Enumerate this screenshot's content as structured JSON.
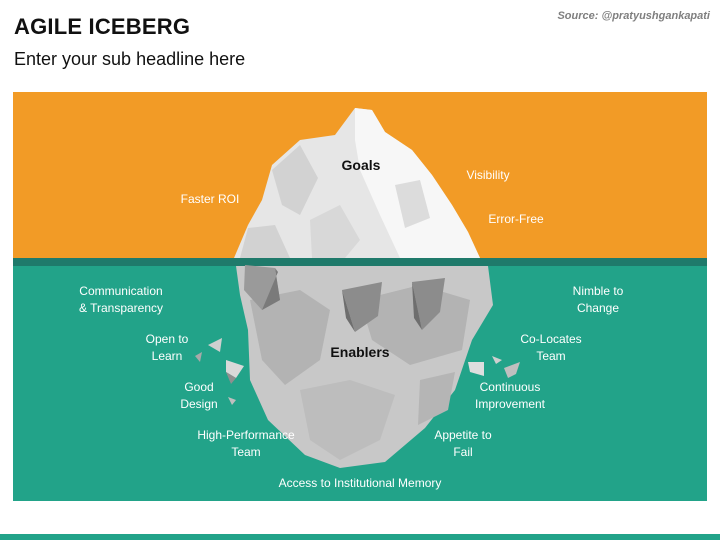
{
  "header": {
    "title": "AGILE ICEBERG",
    "subtitle": "Enter your sub headline here",
    "source": "Source: @pratyushgankapati"
  },
  "iceberg": {
    "top_label": "Goals",
    "bottom_label": "Enablers"
  },
  "above_labels": [
    "Faster ROI",
    "Visibility",
    "Error-Free"
  ],
  "below_labels": [
    "Communication\n& Transparency",
    "Open to\nLearn",
    "Good\nDesign",
    "High-Performance\nTeam",
    "Access to Institutional Memory",
    "Appetite to\nFail",
    "Continuous\nImprovement",
    "Co-Locates\nTeam",
    "Nimble to\nChange"
  ],
  "colors": {
    "orange": "#f29b26",
    "teal": "#22a389",
    "waterline": "#1f7a6b",
    "ice_top": "#f2f2f2",
    "ice_bottom": "#c8c8c8"
  }
}
